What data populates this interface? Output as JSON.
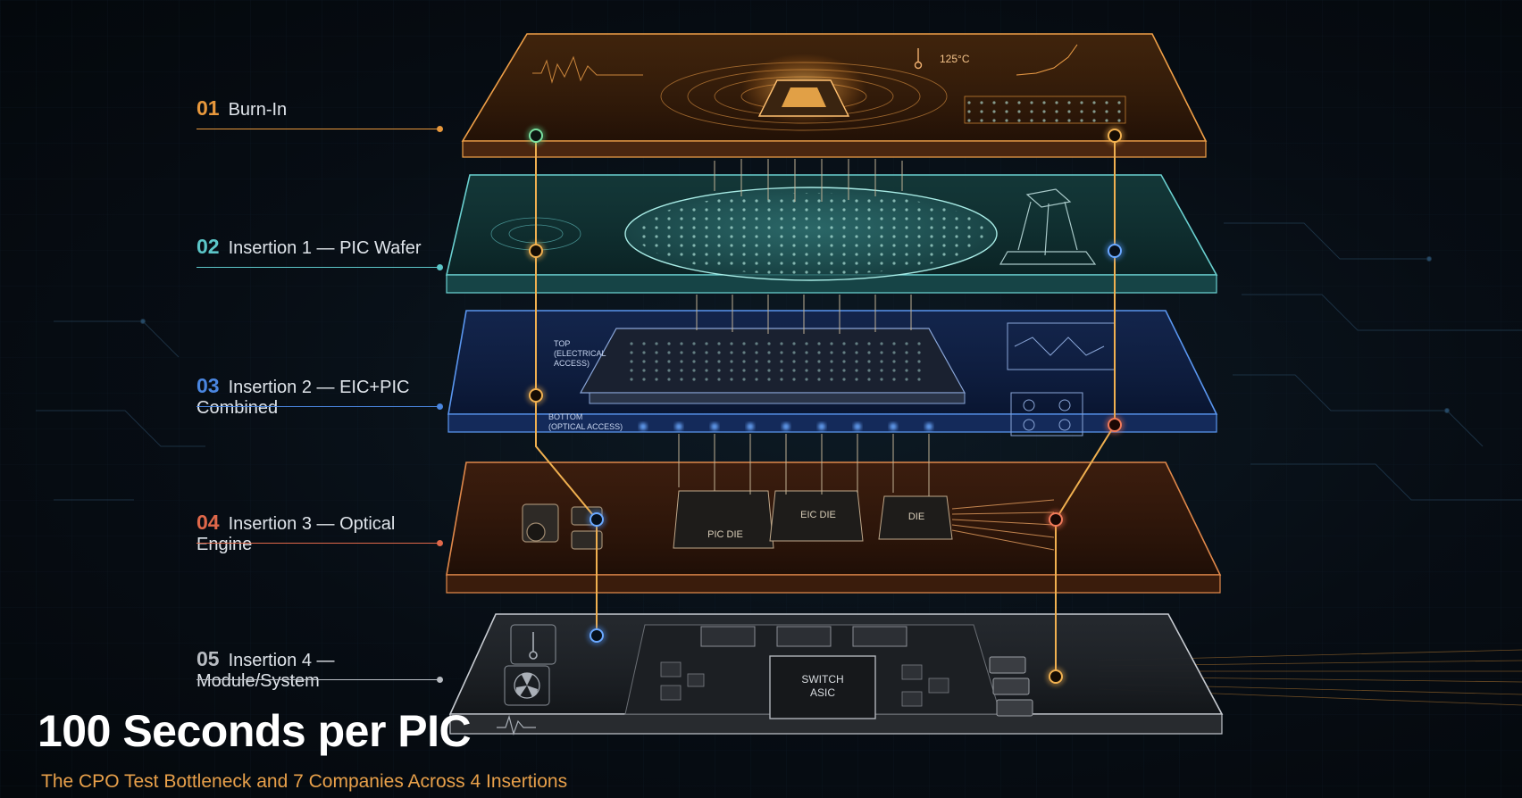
{
  "colors": {
    "orange": "#e8983c",
    "teal": "#5cc6c8",
    "blue": "#4a86e0",
    "red": "#e0684a",
    "gray": "#b8bcc2",
    "background": "#070d14"
  },
  "layers": [
    {
      "num": "01",
      "label": "Burn-In",
      "color": "#e8983c"
    },
    {
      "num": "02",
      "label": "Insertion 1 — PIC Wafer",
      "color": "#5cc6c8"
    },
    {
      "num": "03",
      "label": "Insertion 2 — EIC+PIC Combined",
      "color": "#4a86e0"
    },
    {
      "num": "04",
      "label": "Insertion 3 — Optical Engine",
      "color": "#e0684a"
    },
    {
      "num": "05",
      "label": "Insertion 4 — Module/System",
      "color": "#b8bcc2"
    }
  ],
  "panel_text": {
    "temperature": "125°C",
    "top_access": [
      "TOP",
      "(ELECTRICAL",
      "ACCESS)"
    ],
    "bottom_access": [
      "BOTTOM",
      "(OPTICAL ACCESS)"
    ],
    "die_labels": [
      "PIC DIE",
      "EIC DIE",
      "DIE"
    ],
    "asic": [
      "SWITCH",
      "ASIC"
    ]
  },
  "icons": {
    "thermometer": "thermometer-icon",
    "fan": "fan-icon",
    "waveform": "waveform-icon",
    "hexapod": "hexapod-icon",
    "fiber_connector": "fiber-connector-icon"
  },
  "title": "100 Seconds per PIC",
  "subtitle": "The CPO Test Bottleneck and 7 Companies Across 4 Insertions"
}
